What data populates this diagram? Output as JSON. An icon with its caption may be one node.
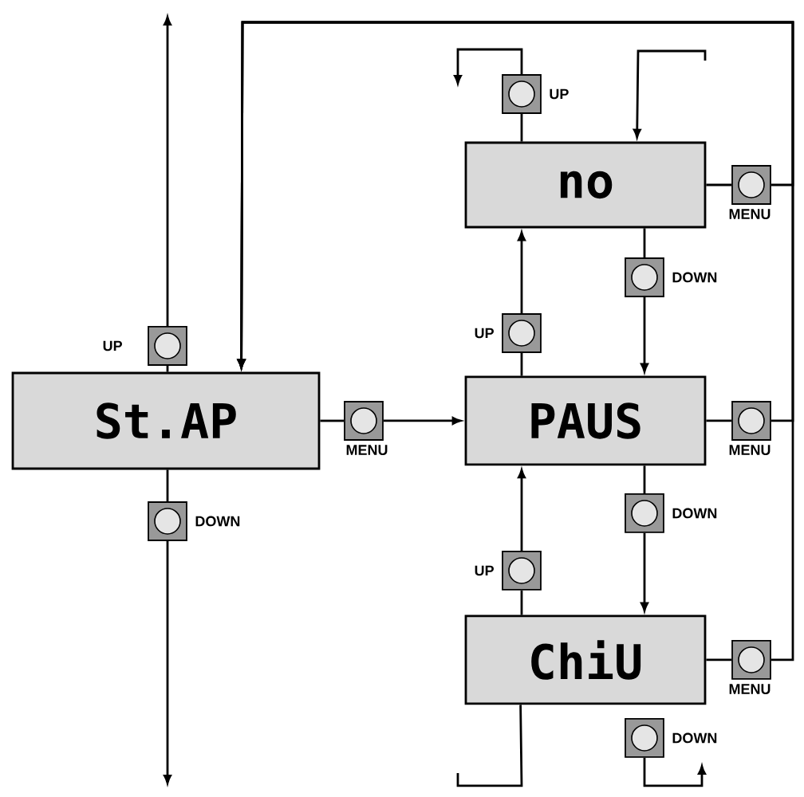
{
  "diagram": {
    "nodes": [
      {
        "text": [
          "St.AP"
        ]
      },
      {
        "text": [],
        "shape": "box",
        "beside": [
          "UP"
        ]
      },
      {
        "text": [],
        "shape": "box",
        "beside": [
          "DOWN"
        ]
      },
      {
        "text": [],
        "shape": "box",
        "beside": [
          "MENU"
        ]
      },
      {
        "text": [
          "no"
        ]
      },
      {
        "text": [],
        "shape": "box",
        "beside": [
          "UP"
        ]
      },
      {
        "text": [],
        "shape": "box",
        "beside": [
          "MENU"
        ]
      },
      {
        "text": [],
        "shape": "box",
        "beside": [
          "DOWN"
        ]
      },
      {
        "text": [],
        "shape": "box",
        "beside": [
          "UP"
        ]
      },
      {
        "text": [
          "PAUS"
        ]
      },
      {
        "text": [],
        "shape": "box",
        "beside": [
          "MENU"
        ]
      },
      {
        "text": [],
        "shape": "box",
        "beside": [
          "DOWN"
        ]
      },
      {
        "text": [],
        "shape": "box",
        "beside": [
          "UP"
        ]
      },
      {
        "text": [
          "ChiU"
        ]
      },
      {
        "text": [],
        "shape": "box",
        "beside": [
          "MENU"
        ]
      },
      {
        "text": [],
        "shape": "box",
        "beside": [
          "DOWN"
        ]
      }
    ],
    "edges": [
      {
        "from": 0,
        "to": 1,
        "arrow": "none"
      },
      {
        "from": 1,
        "to": null,
        "arrow": "to"
      },
      {
        "from": 0,
        "to": 2,
        "arrow": "none"
      },
      {
        "from": 2,
        "to": null,
        "arrow": "to"
      },
      {
        "from": 0,
        "to": 3,
        "arrow": "none"
      },
      {
        "from": 3,
        "to": 9,
        "arrow": "to"
      },
      {
        "from": 6,
        "to": 0,
        "arrow": "to"
      },
      {
        "from": 10,
        "to": 0,
        "arrow": "to"
      },
      {
        "from": 14,
        "to": 0,
        "arrow": "to"
      },
      {
        "from": 4,
        "to": 5,
        "arrow": "none"
      },
      {
        "from": 5,
        "to": null,
        "arrow": "to"
      },
      {
        "from": null,
        "to": 4,
        "arrow": "to"
      },
      {
        "from": 4,
        "to": 6,
        "arrow": "none"
      },
      {
        "from": 4,
        "to": 7,
        "arrow": "none"
      },
      {
        "from": 7,
        "to": 9,
        "arrow": "to"
      },
      {
        "from": 9,
        "to": 8,
        "arrow": "none"
      },
      {
        "from": 8,
        "to": 4,
        "arrow": "to"
      },
      {
        "from": 9,
        "to": 10,
        "arrow": "none"
      },
      {
        "from": 9,
        "to": 11,
        "arrow": "none"
      },
      {
        "from": 11,
        "to": 13,
        "arrow": "to"
      },
      {
        "from": 13,
        "to": 12,
        "arrow": "none"
      },
      {
        "from": 12,
        "to": 9,
        "arrow": "to"
      },
      {
        "from": 13,
        "to": 14,
        "arrow": "none"
      },
      {
        "from": 15,
        "to": null,
        "arrow": "to"
      },
      {
        "from": 13,
        "to": null,
        "arrow": "none"
      }
    ]
  }
}
